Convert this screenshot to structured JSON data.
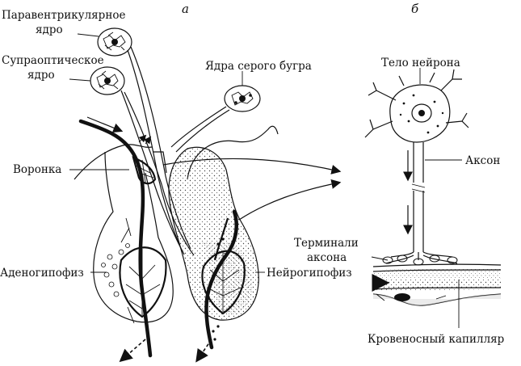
{
  "panels": {
    "a": "а",
    "b": "б"
  },
  "labels": {
    "paraventricular_line1": "Паравентрикулярное",
    "paraventricular_line2": "ядро",
    "supraoptic_line1": "Супраоптическое",
    "supraoptic_line2": "ядро",
    "tuber_nuclei": "Ядра серого бугра",
    "infundibulum": "Воронка",
    "adenohypophysis": "Аденогипофиз",
    "neurohypophysis": "Нейрогипофиз",
    "neuron_body": "Тело нейрона",
    "axon": "Аксон",
    "terminals_line1": "Терминали",
    "terminals_line2": "аксона",
    "capillary": "Кровеносный капилляр"
  }
}
